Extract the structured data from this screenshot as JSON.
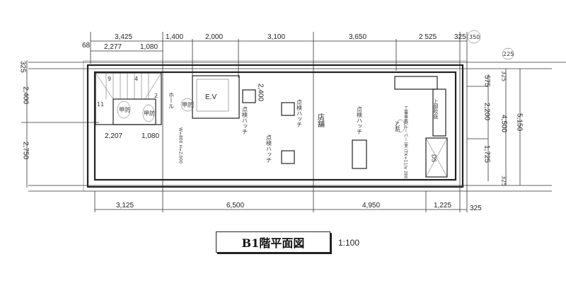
{
  "dims_top": {
    "d1": "3,425",
    "d2": "1,400",
    "d3": "2,000",
    "d4": "3,100",
    "d5": "3,650",
    "d6": "2 525",
    "d7": "325",
    "d8": "350",
    "s1": "68",
    "s2": "2,277",
    "s3": "1,080"
  },
  "dims_left": {
    "d1": "325",
    "d2": "2,400",
    "d3": "2,750"
  },
  "dims_inner": {
    "d1": "2,207",
    "d2": "1,080",
    "d3": "2,400"
  },
  "dims_right": {
    "r0": "225",
    "r1": "325",
    "r2": "575",
    "r3": "2,200",
    "r4": "1,725",
    "r5": "325",
    "r6": "4,500",
    "r7": "5,150"
  },
  "dims_bottom": {
    "d1": "3,125",
    "d2": "6,500",
    "d3": "4,950",
    "d4": "1,225",
    "d5": "325"
  },
  "labels": {
    "ev": "E.V",
    "hall": "ホール",
    "shop": "店舗",
    "hatch": "点検ハッチ",
    "fire_a": "甲防",
    "fire_b": "乙防",
    "void": "上部吹抜",
    "ds": "DS",
    "door": "W=800 H=2,000",
    "shutter": "工事車載(ルーバー)室 (TK+11)x 280",
    "stair_9": "9",
    "stair_4": "4",
    "stair_2": "2",
    "stair_11": "11"
  },
  "title": "B1階平面図",
  "scale": "1:100"
}
